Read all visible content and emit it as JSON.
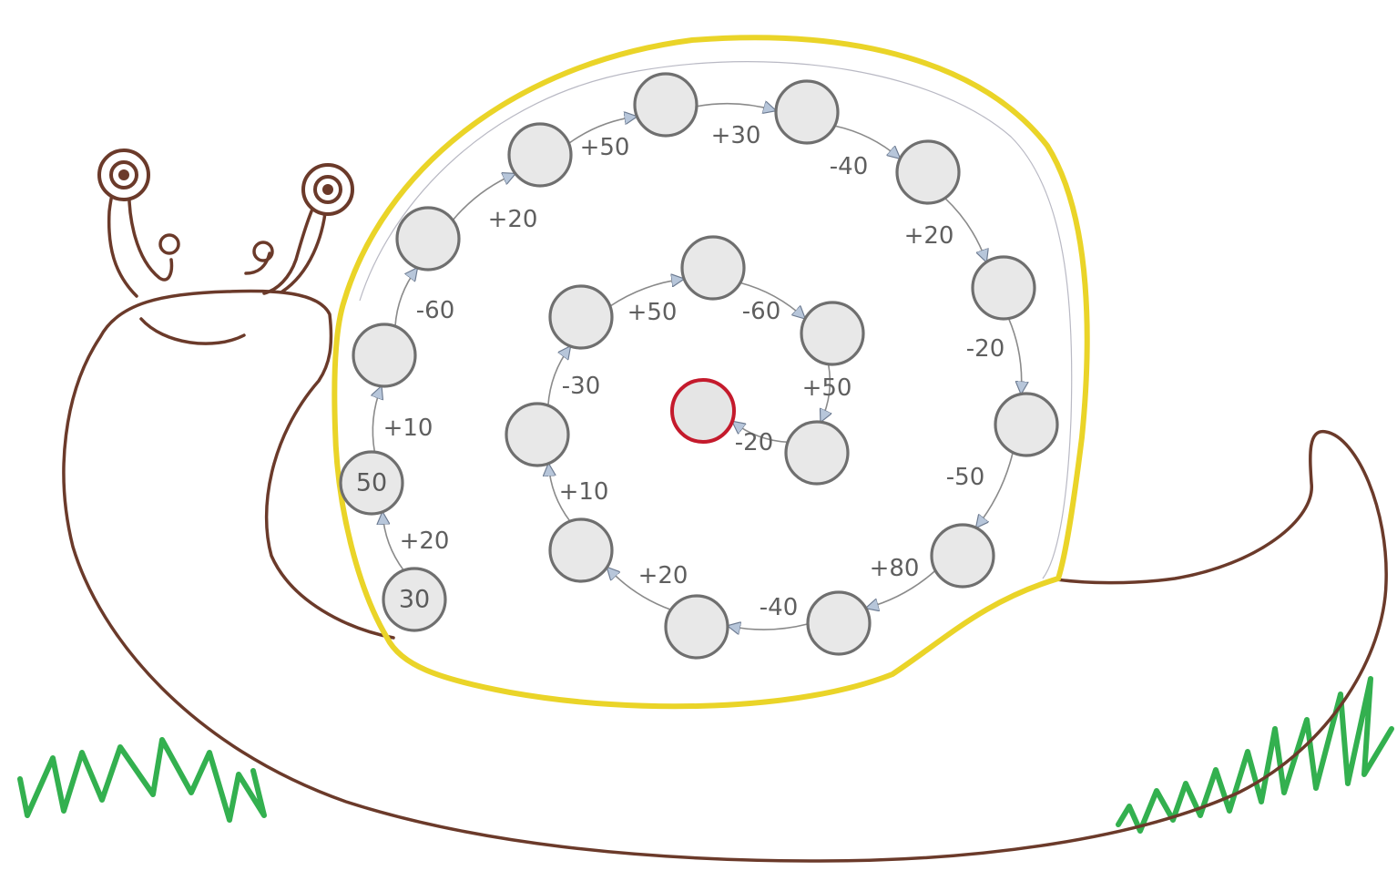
{
  "puzzle": {
    "start_value": "30",
    "nodes": [
      {
        "id": "n1",
        "value": "30"
      },
      {
        "id": "n2",
        "value": "50"
      },
      {
        "id": "n3",
        "value": ""
      },
      {
        "id": "n4",
        "value": ""
      },
      {
        "id": "n5",
        "value": ""
      },
      {
        "id": "n6",
        "value": ""
      },
      {
        "id": "n7",
        "value": ""
      },
      {
        "id": "n8",
        "value": ""
      },
      {
        "id": "n9",
        "value": ""
      },
      {
        "id": "n10",
        "value": ""
      },
      {
        "id": "n11",
        "value": ""
      },
      {
        "id": "n12",
        "value": ""
      },
      {
        "id": "n13",
        "value": ""
      },
      {
        "id": "n14",
        "value": ""
      },
      {
        "id": "n15",
        "value": ""
      },
      {
        "id": "n16",
        "value": ""
      },
      {
        "id": "n17",
        "value": ""
      },
      {
        "id": "n18",
        "value": ""
      },
      {
        "id": "n19",
        "value": ""
      },
      {
        "id": "n20",
        "value": ""
      },
      {
        "id": "n21",
        "value": ""
      },
      {
        "id": "n22",
        "value": ""
      }
    ],
    "operations": [
      "+20",
      "+10",
      "-60",
      "+20",
      "+50",
      "+30",
      "-40",
      "+20",
      "-20",
      "-50",
      "+80",
      "-40",
      "+20",
      "+10",
      "-30",
      "+50",
      "-60",
      "+50",
      "-20"
    ],
    "colors": {
      "body": "#6b3a2a",
      "shell": "#ead428",
      "grass": "#33b04f",
      "target_ring": "#c41a2c",
      "node_fill": "#e8e8e8"
    }
  }
}
